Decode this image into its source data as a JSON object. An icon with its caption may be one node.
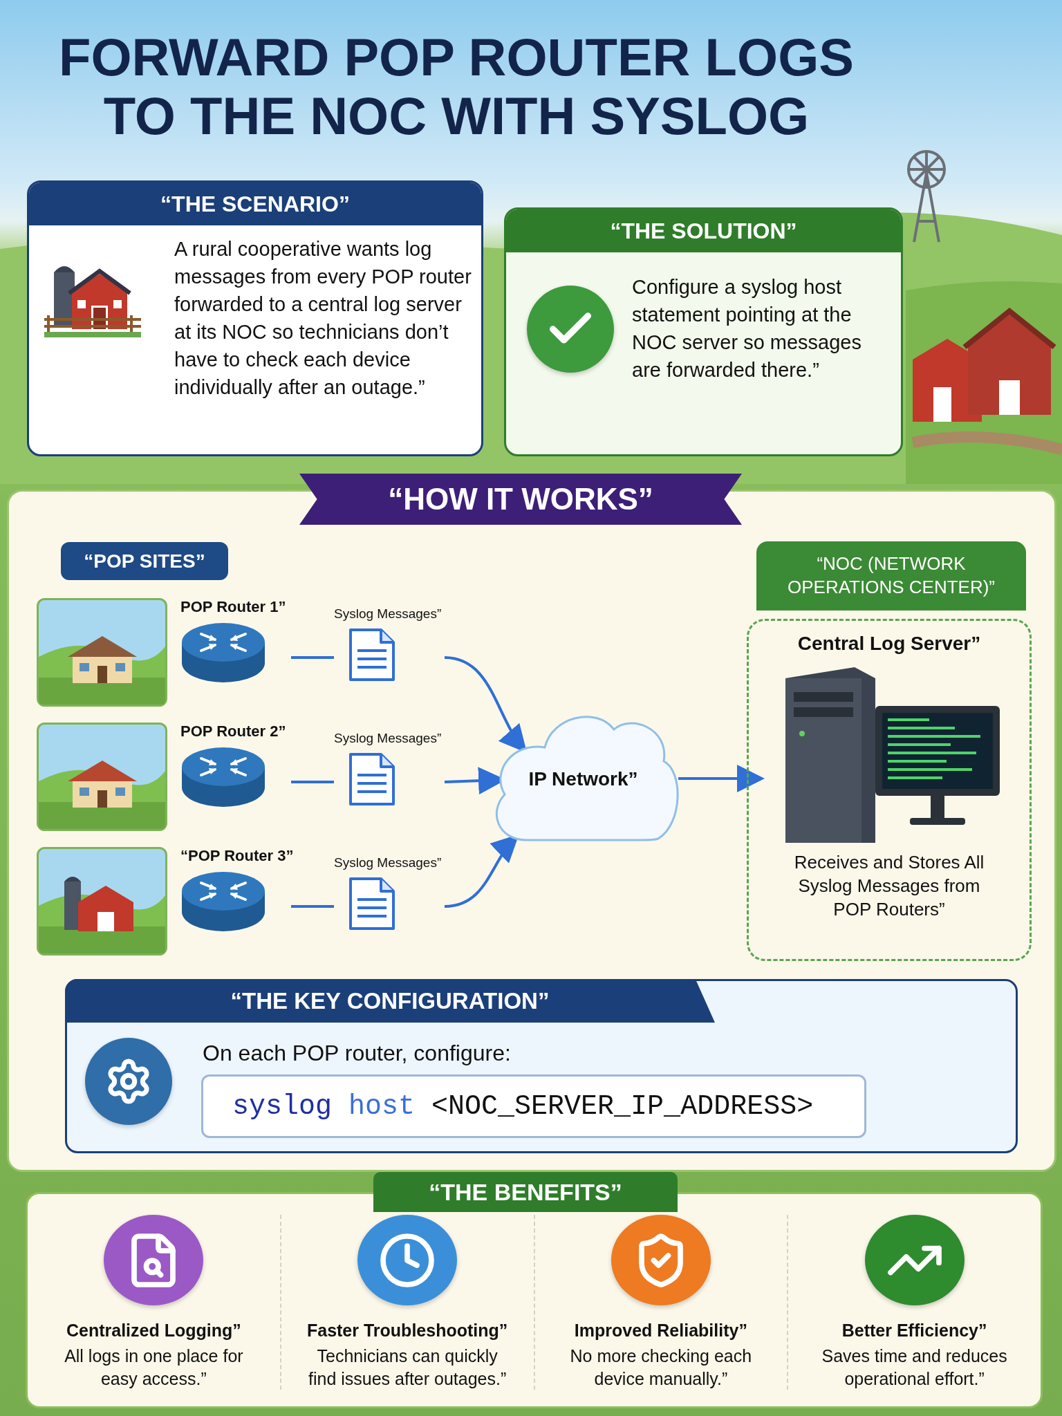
{
  "diagram": {
    "title": "FORWARD POP ROUTER LOGS TO THE NOC WITH SYSLOG",
    "nodes": [
      {
        "text": [
          "“THE SCENARIO”",
          "A rural cooperative wants log messages from every POP router forwarded to a central log server at its NOC so technicians don’t have to check each device individually after an outage.”"
        ]
      },
      {
        "text": [
          "“THE SOLUTION”",
          "Configure a syslog host statement pointing at the NOC server so messages are forwarded there.”"
        ]
      },
      {
        "text": [
          "“HOW IT WORKS”"
        ]
      },
      {
        "text": [
          "“POP SITES”"
        ],
        "in": 2
      },
      {
        "text": [
          "POP Router 1”"
        ],
        "in": 2
      },
      {
        "text": [
          "Syslog Messages”"
        ],
        "in": 2
      },
      {
        "text": [
          "POP Router 2”"
        ],
        "in": 2
      },
      {
        "text": [
          "Syslog Messages”"
        ],
        "in": 2
      },
      {
        "text": [
          "“POP Router 3”"
        ],
        "in": 2
      },
      {
        "text": [
          "Syslog Messages”"
        ],
        "in": 2
      },
      {
        "text": [
          "IP Network”"
        ],
        "in": 2
      },
      {
        "text": [
          "“NOC (NETWORK OPERATIONS CENTER)”"
        ],
        "in": 2
      },
      {
        "text": [
          "Central Log Server”",
          "Receives and Stores All Syslog Messages from POP Routers”"
        ],
        "in": 11
      },
      {
        "text": [
          "“THE KEY CONFIGURATION”",
          "On each POP router, configure:"
        ],
        "in": 2
      },
      {
        "text": [
          "syslog host <NOC_SERVER_IP_ADDRESS>"
        ],
        "in": 13
      },
      {
        "text": [
          "“THE BENEFITS”"
        ]
      }
    ],
    "edges": [
      {
        "from": 4,
        "to": 5,
        "arrow": "none"
      },
      {
        "from": 5,
        "to": 10,
        "arrow": "to"
      },
      {
        "from": 6,
        "to": 7,
        "arrow": "none"
      },
      {
        "from": 7,
        "to": 10,
        "arrow": "to"
      },
      {
        "from": 8,
        "to": 9,
        "arrow": "none"
      },
      {
        "from": 9,
        "to": 10,
        "arrow": "to"
      },
      {
        "from": 10,
        "to": 12,
        "arrow": "to"
      }
    ],
    "labels": [
      "Centralized Logging”",
      "All logs in one place for easy access.”",
      "Faster Troubleshooting”",
      "Technicians can quickly find issues after outages.”",
      "Improved Reliability”",
      "No more checking each device manually.”",
      "Better Efficiency”",
      "Saves time and reduces operational effort.”"
    ]
  }
}
